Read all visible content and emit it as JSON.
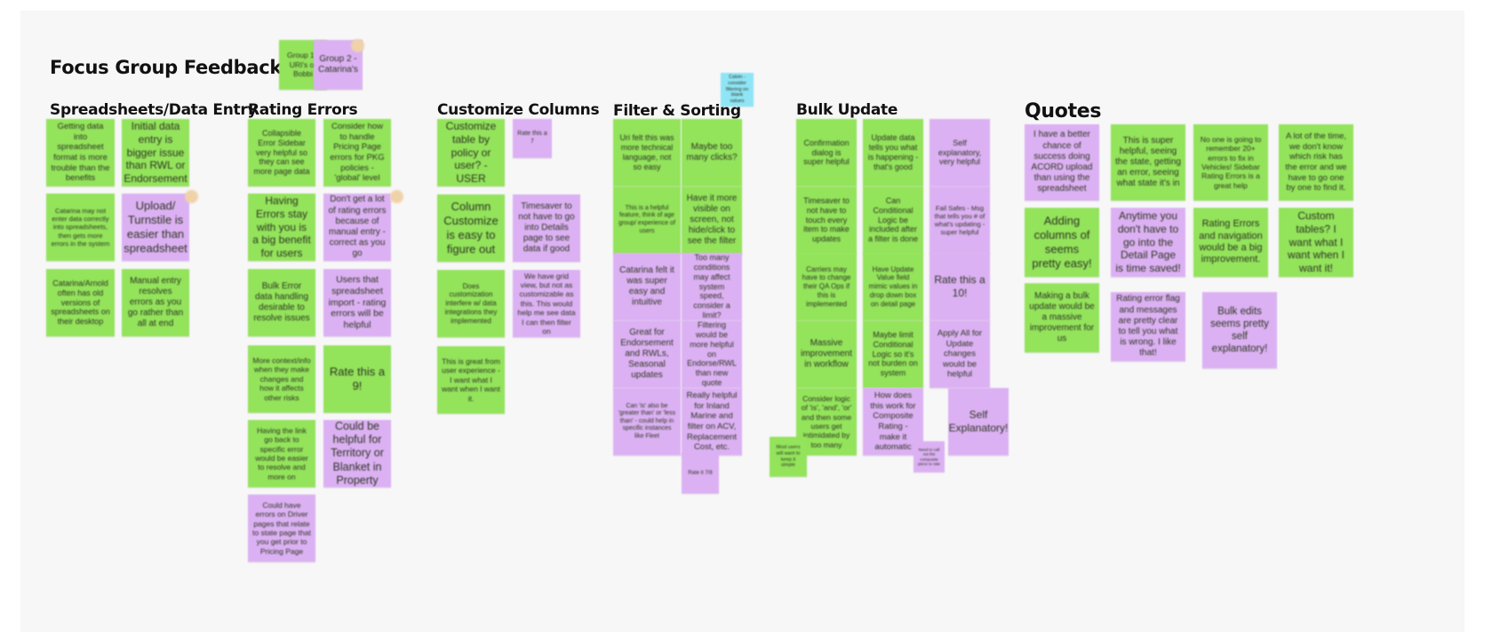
{
  "board": {
    "title": "Focus Group Feedback",
    "legend": [
      {
        "text": "Group 1 - URI's or Bobbi",
        "color": "green"
      },
      {
        "text": "Group 2 - Catarina's",
        "color": "purple"
      }
    ],
    "sections": [
      {
        "title": "Spreadsheets/Data Entry"
      },
      {
        "title": "Rating Errors"
      },
      {
        "title": "Customize Columns"
      },
      {
        "title": "Filter & Sorting"
      },
      {
        "title": "Bulk Update"
      },
      {
        "title": "Quotes"
      }
    ],
    "colors": {
      "green": "#93e35b",
      "purple": "#dcb1f3",
      "cyan": "#8fe5f5",
      "avatar": "#f0d2a9"
    },
    "notes": [
      {
        "text": "Getting data into spreadsheet format is more trouble than the benefits",
        "color": "green"
      },
      {
        "text": "Initial data entry is bigger issue than RWL or Endorsement",
        "color": "green"
      },
      {
        "text": "Catarina may not enter data correctly into spreadsheets, then gets more errors in the system",
        "color": "green"
      },
      {
        "text": "Upload/ Turnstile is easier than spreadsheet",
        "color": "purple"
      },
      {
        "text": "Catarina/Arnold often has old versions of spreadsheets on their desktop",
        "color": "green"
      },
      {
        "text": "Manual entry resolves errors as you go rather than all at end",
        "color": "green"
      },
      {
        "text": "Collapsible Error Sidebar very helpful so they can see more page data",
        "color": "green"
      },
      {
        "text": "Consider how to handle Pricing Page errors for PKG policies - 'global' level",
        "color": "green"
      },
      {
        "text": "Having Errors stay with you is a big benefit for users",
        "color": "green"
      },
      {
        "text": "Don't get a lot of rating errors because of manual entry - correct as you go",
        "color": "purple"
      },
      {
        "text": "Bulk Error data handling desirable to resolve issues",
        "color": "green"
      },
      {
        "text": "Users that spreadsheet import - rating errors will be helpful",
        "color": "purple"
      },
      {
        "text": "More context/info when they make changes and how it affects other risks",
        "color": "green"
      },
      {
        "text": "Rate this a 9!",
        "color": "green"
      },
      {
        "text": "Having the link go back to specific error would be easier to resolve and more on",
        "color": "green"
      },
      {
        "text": "Could be helpful for Territory or Blanket in Property",
        "color": "purple"
      },
      {
        "text": "Could have errors on Driver pages that relate to state page that you get prior to Pricing Page",
        "color": "purple"
      },
      {
        "text": "Customize table by policy or user? - USER",
        "color": "green"
      },
      {
        "text": "Rate this a 7",
        "color": "purple"
      },
      {
        "text": "Column Customize is easy to figure out",
        "color": "green"
      },
      {
        "text": "Timesaver to not have to go into Details page to see data if good",
        "color": "purple"
      },
      {
        "text": "Does customization interfere w/ data integrations they implemented",
        "color": "green"
      },
      {
        "text": "We have grid view, but not as customizable as this. This would help me see data I can then filter on",
        "color": "purple"
      },
      {
        "text": "This is great from user experience - I want what I want when I want it.",
        "color": "green"
      },
      {
        "text": "Calvin - consider filtering on blank values",
        "color": "cyan"
      },
      {
        "text": "Uri felt this was more technical language, not so easy",
        "color": "green"
      },
      {
        "text": "Maybe too many clicks?",
        "color": "green"
      },
      {
        "text": "This is a helpful feature, think of age group/ experience of users",
        "color": "green"
      },
      {
        "text": "Have it more visible on screen, not hide/click to see the filter",
        "color": "green"
      },
      {
        "text": "Catarina felt it was super easy and intuitive",
        "color": "purple"
      },
      {
        "text": "Too many conditions may affect system speed, consider a limit?",
        "color": "purple"
      },
      {
        "text": "Great for Endorsement and RWLs, Seasonal updates",
        "color": "purple"
      },
      {
        "text": "Filtering would be more helpful on Endorse/RWL than new quote",
        "color": "purple"
      },
      {
        "text": "Can 'is' also be 'greater than' or 'less than' - could help in specific instances like Fleet",
        "color": "purple"
      },
      {
        "text": "Really helpful for Inland Marine and filter on ACV, Replacement Cost, etc.",
        "color": "purple"
      },
      {
        "text": "Rate it 7/8",
        "color": "purple"
      },
      {
        "text": "Confirmation dialog is super helpful",
        "color": "green"
      },
      {
        "text": "Update data tells you what is happening - that's good",
        "color": "green"
      },
      {
        "text": "Self explanatory, very helpful",
        "color": "purple"
      },
      {
        "text": "Timesaver to not have to touch every item to make updates",
        "color": "green"
      },
      {
        "text": "Can Conditional Logic be included after a filter is done",
        "color": "green"
      },
      {
        "text": "Fail Safes - Msg that tells you # of what's updating - super helpful",
        "color": "purple"
      },
      {
        "text": "Carriers may have to change their QA Ops if this is implemented",
        "color": "green"
      },
      {
        "text": "Have Update Value field mimic values in drop down box on detail page",
        "color": "green"
      },
      {
        "text": "Rate this a 10!",
        "color": "purple"
      },
      {
        "text": "Massive improvement in workflow",
        "color": "green"
      },
      {
        "text": "Maybe limit Conditional Logic so it's not burden on system",
        "color": "green"
      },
      {
        "text": "Apply All for Update changes would be helpful",
        "color": "purple"
      },
      {
        "text": "Consider logic of 'is', 'and', 'or' and then some users get intimidated by too many",
        "color": "green"
      },
      {
        "text": "How does this work for Composite Rating - make it automatic",
        "color": "purple"
      },
      {
        "text": "Self Explanatory!",
        "color": "purple"
      },
      {
        "text": "Most users will want to keep it simple",
        "color": "green"
      },
      {
        "text": "Need to call out the composite piece to rate",
        "color": "purple"
      },
      {
        "text": "I have a better chance of success doing ACORD upload than using the spreadsheet",
        "color": "purple"
      },
      {
        "text": "This is super helpful, seeing the state, getting an error, seeing what state it's in",
        "color": "green"
      },
      {
        "text": "No one is going to remember 20+ errors to fix in Vehicles! Sidebar Rating Errors is a great help",
        "color": "green"
      },
      {
        "text": "A lot of the time, we don't know which risk has the error and we have to go one by one to find it.",
        "color": "green"
      },
      {
        "text": "Adding columns of seems pretty easy!",
        "color": "green"
      },
      {
        "text": "Anytime you don't have to go into the Detail Page is time saved!",
        "color": "purple"
      },
      {
        "text": "Rating Errors and navigation would be a big improvement.",
        "color": "green"
      },
      {
        "text": "Custom tables? I want what I want when I want it!",
        "color": "green"
      },
      {
        "text": "Making a bulk update would be a massive improvement for us",
        "color": "green"
      },
      {
        "text": "Rating error flag and messages are pretty clear to tell you what is wrong. I like that!",
        "color": "purple"
      },
      {
        "text": "Bulk edits seems pretty self explanatory!",
        "color": "purple"
      }
    ]
  }
}
